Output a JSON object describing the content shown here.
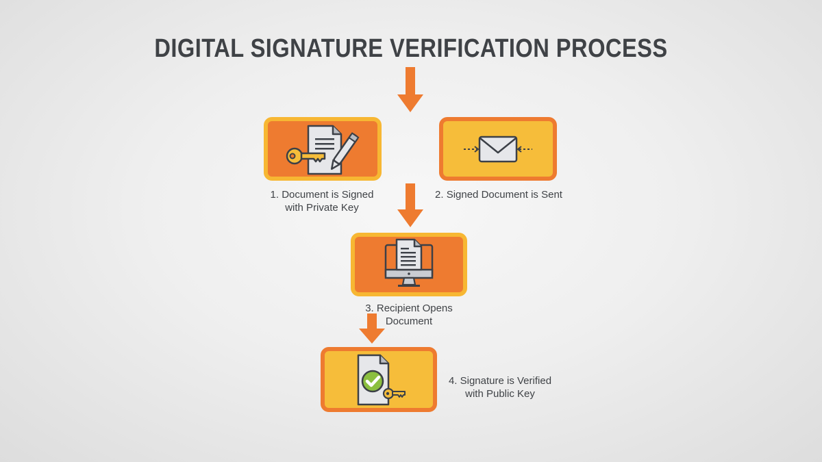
{
  "title": "DIGITAL SIGNATURE VERIFICATION PROCESS",
  "colors": {
    "orange": "#ee7b30",
    "yellow": "#f6bd3a",
    "text": "#3f4246",
    "icon_paper": "#e6e7ea",
    "icon_stroke": "#3c4047",
    "check_green": "#8bbf3f"
  },
  "steps": [
    {
      "number": 1,
      "label_line1": "1. Document is Signed",
      "label_line2": "with Private Key",
      "icon": "document-key-pen-icon",
      "style": "orange"
    },
    {
      "number": 2,
      "label_line1": "2. Signed Document is Sent",
      "label_line2": "",
      "icon": "envelope-arrows-icon",
      "style": "yellow"
    },
    {
      "number": 3,
      "label_line1": "3. Recipient Opens",
      "label_line2": "Document",
      "icon": "monitor-document-icon",
      "style": "orange"
    },
    {
      "number": 4,
      "label_line1": "4. Signature is Verified",
      "label_line2": "with Public Key",
      "icon": "document-check-key-icon",
      "style": "yellow"
    }
  ],
  "arrows": [
    "arrow-title-to-step1",
    "arrow-step1-to-step3",
    "arrow-step3-to-step4"
  ]
}
